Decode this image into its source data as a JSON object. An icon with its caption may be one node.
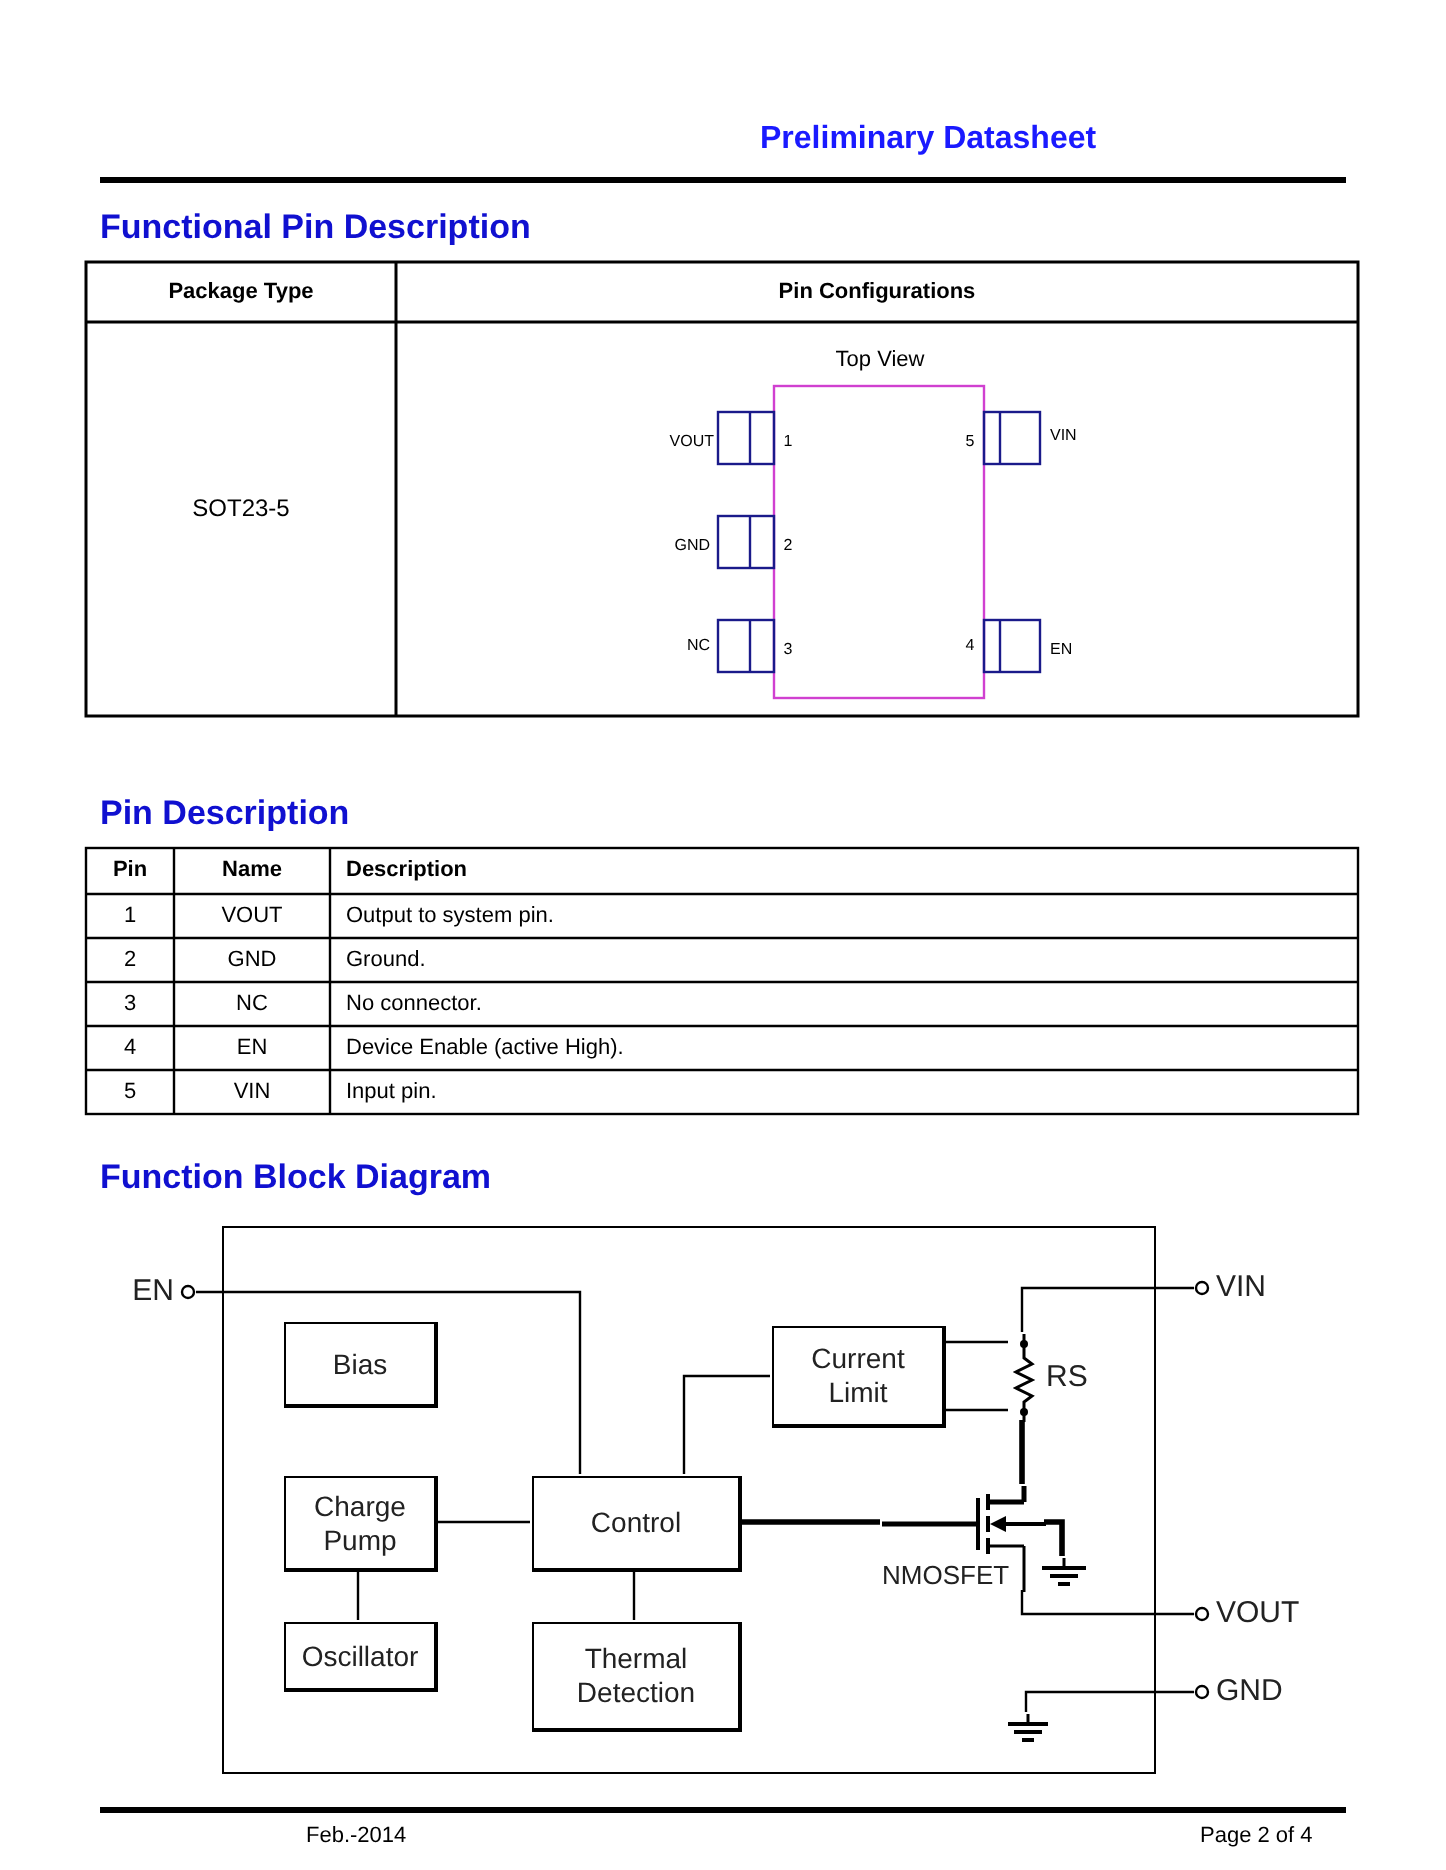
{
  "diagram": {
    "nodes": [
      {
        "text": [],
        "shape": "box"
      },
      {
        "text": [
          "EN"
        ]
      },
      {
        "text": [
          "Bias"
        ],
        "in": 0
      },
      {
        "text": [
          "Charge Pump"
        ],
        "in": 0
      },
      {
        "text": [
          "Oscillator"
        ],
        "in": 0
      },
      {
        "text": [
          "Control"
        ],
        "in": 0
      },
      {
        "text": [
          "Thermal Detection"
        ],
        "in": 0
      },
      {
        "text": [
          "Current Limit"
        ],
        "in": 0
      },
      {
        "text": [
          "RS"
        ],
        "in": 0
      },
      {
        "text": [
          "NMOSFET"
        ],
        "in": 0
      },
      {
        "text": [],
        "shape": "ground",
        "in": 0
      },
      {
        "text": [
          "VIN"
        ]
      },
      {
        "text": [
          "VOUT"
        ]
      },
      {
        "text": [
          "GND"
        ]
      },
      {
        "text": [],
        "shape": "ground",
        "in": 0
      }
    ],
    "edges": [
      {
        "from": 1,
        "to": 5,
        "arrow": "none"
      },
      {
        "from": 3,
        "to": 5,
        "arrow": "none"
      },
      {
        "from": 3,
        "to": 4,
        "arrow": "none"
      },
      {
        "from": 5,
        "to": 6,
        "arrow": "none"
      },
      {
        "from": 5,
        "to": 7,
        "arrow": "none"
      },
      {
        "from": 7,
        "to": 8,
        "arrow": "none"
      },
      {
        "from": 7,
        "to": 8,
        "arrow": "none"
      },
      {
        "from": 11,
        "to": 8,
        "arrow": "none"
      },
      {
        "from": 8,
        "to": 9,
        "arrow": "none",
        "style": "thick"
      },
      {
        "from": 5,
        "to": 9,
        "arrow": "none",
        "style": "thick"
      },
      {
        "from": 9,
        "to": 10,
        "arrow": "none",
        "style": "thick"
      },
      {
        "from": 9,
        "to": 12,
        "arrow": "none"
      },
      {
        "from": 13,
        "to": 14,
        "arrow": "none"
      }
    ],
    "labels": [
      "Preliminary Datasheet",
      "Functional Pin Description",
      "Package Type",
      "Pin Configurations",
      "SOT23-5",
      "Top View",
      "VOUT",
      "1",
      "5",
      "VIN",
      "GND",
      "2",
      "NC",
      "3",
      "4",
      "EN",
      "Pin Description",
      "Pin",
      "Name",
      "Description",
      "1",
      "VOUT",
      "Output to system pin.",
      "2",
      "GND",
      "Ground.",
      "3",
      "NC",
      "No connector.",
      "4",
      "EN",
      "Device Enable (active High).",
      "5",
      "VIN",
      "Input pin.",
      "Function Block Diagram",
      "Feb.-2014",
      "Page 2 of 4"
    ]
  }
}
